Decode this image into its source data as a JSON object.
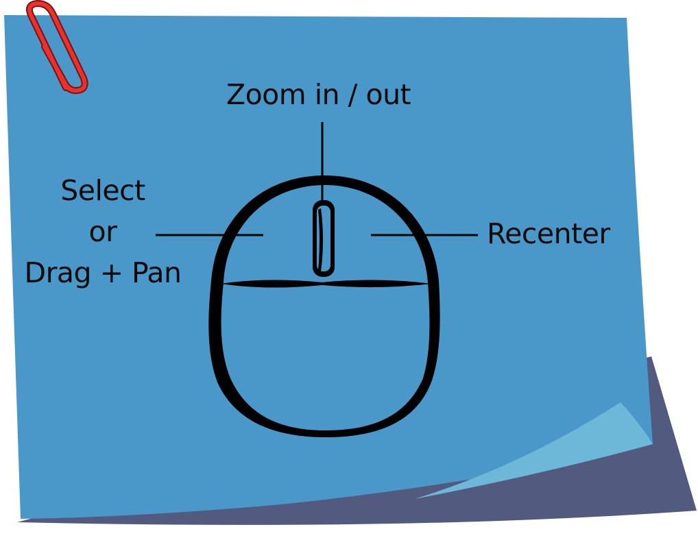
{
  "labels": {
    "zoom": "Zoom in / out",
    "select_lines": [
      "Select",
      "or",
      "Drag + Pan"
    ],
    "recenter": "Recenter"
  },
  "icons": {
    "paperclip": "paperclip-icon",
    "mouse": "mouse-icon"
  },
  "colors": {
    "note_blue": "#4a98ca",
    "note_shadow": "#525a80",
    "curl_highlight": "#6db8d9",
    "paperclip_red": "#e8322b",
    "ink": "#000000"
  }
}
